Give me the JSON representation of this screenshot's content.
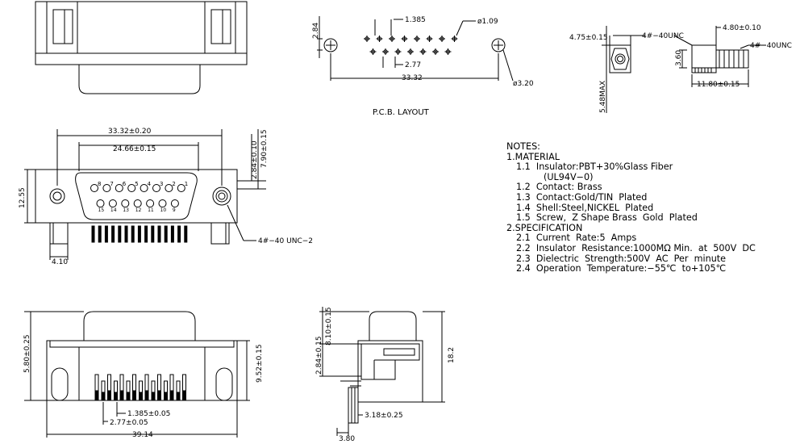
{
  "pcb_layout": {
    "title": "P.C.B. LAYOUT",
    "pitch": "1.385",
    "hole_dia": "ø1.09",
    "row_height": "2.84",
    "row_offset": "2.77",
    "span": "33.32",
    "mount_dia": "ø3.20"
  },
  "screw": {
    "thread_label": "4#−40UNC",
    "thread_label_2": "4#−40UNC",
    "hex_width": "4.75±0.15",
    "body_len": "4.80±0.10",
    "height": "3.60",
    "total_len": "11.80±0.15",
    "max_height": "5.48MAX"
  },
  "front_view": {
    "span": "33.32±0.20",
    "shell_width": "24.66±0.15",
    "dim_a": "2.84±0.10",
    "dim_b": "7.90±0.15",
    "height": "12.55",
    "thread_callout": "4#−40  UNC−2",
    "bracket_width": "4.10",
    "pins_top": [
      "8",
      "7",
      "6",
      "5",
      "4",
      "3",
      "2",
      "1"
    ],
    "pins_bottom": [
      "15",
      "14",
      "13",
      "12",
      "11",
      "10",
      "9"
    ]
  },
  "bottom_view": {
    "pitch": "1.385±0.05",
    "row_offset": "2.77±0.05",
    "width": "39.14",
    "left_height": "5.80±0.25",
    "right_height": "9.52±0.15"
  },
  "side_view": {
    "dim_top": "8.10±0.15",
    "dim_mid": "2.84±0.15",
    "total_height": "18.2",
    "dim_bottom": "3.18±0.25",
    "offset": "3.80"
  },
  "notes": {
    "header": "NOTES:",
    "material_title": "1.MATERIAL",
    "material_items": [
      "1.1  Insulator:PBT+30%Glass Fiber",
      "(UL94V−0)",
      "1.2  Contact: Brass",
      "1.3  Contact:Gold/TIN  Plated",
      "1.4  Shell:Steel,NICKEL  Plated",
      "1.5  Screw,  Z Shape Brass  Gold  Plated"
    ],
    "spec_title": "2.SPECIFICATION",
    "spec_items": [
      "2.1  Current  Rate:5  Amps",
      "2.2  Insulator  Resistance:1000MΩ Min.  at  500V  DC",
      "2.3  Dielectric  Strength:500V  AC  Per  minute",
      "2.4  Operation  Temperature:−55℃  to+105℃"
    ]
  }
}
